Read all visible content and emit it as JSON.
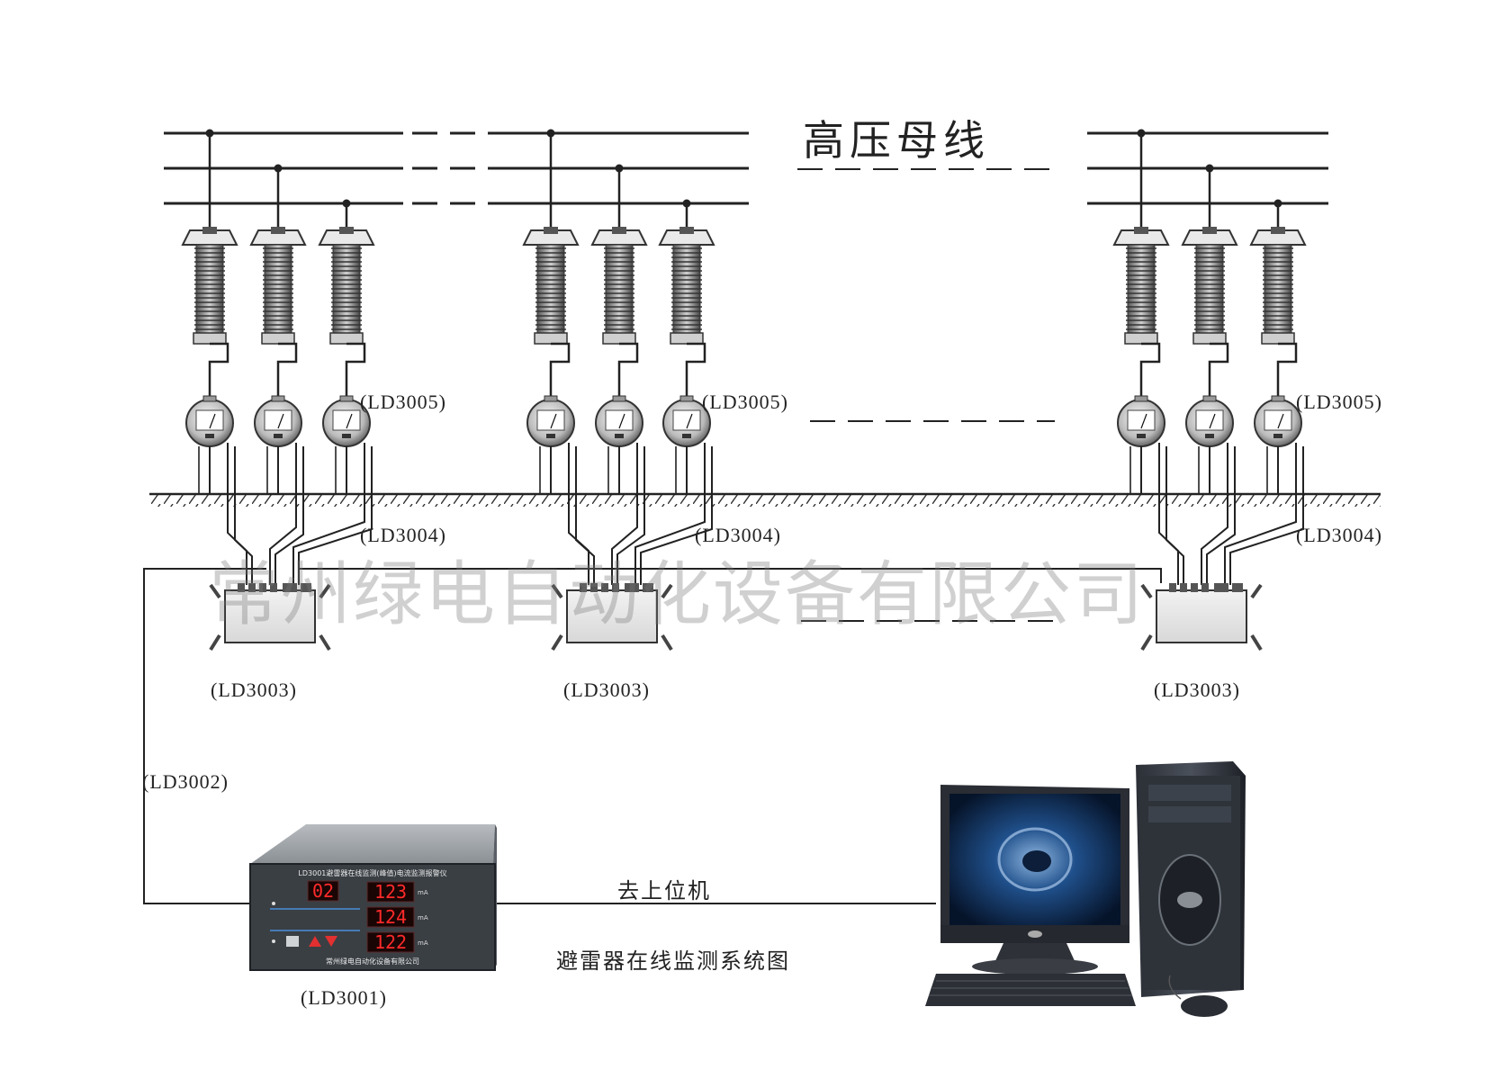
{
  "title": "高压母线",
  "diagram_caption": "避雷器在线监测系统图",
  "link_label": "去上位机",
  "watermark": "常州绿电自动化设备有限公司",
  "labels": {
    "sensor": "(LD3005)",
    "cable": "(LD3004)",
    "junction_box": "(LD3003)",
    "trunk_cable": "(LD3002)",
    "monitor": "(LD3001)"
  },
  "monitor_panel": {
    "header": "LD3001避雷器在线监测(峰值)电流监测报警仪",
    "footer": "常州绿电自动化设备有限公司",
    "channel": "02",
    "readings": [
      "123",
      "124",
      "122"
    ],
    "unit": "mA"
  },
  "colors": {
    "line": "#222222",
    "led": "#d81e1e",
    "panel": "#3a3f44"
  }
}
